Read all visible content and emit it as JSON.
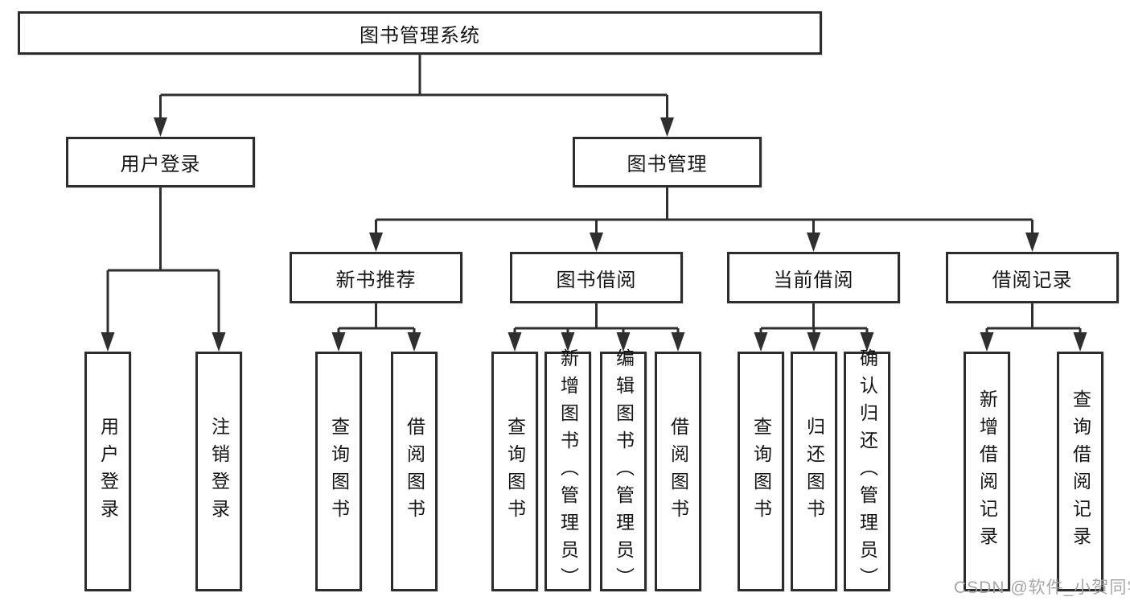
{
  "tree": {
    "root": "图书管理系统",
    "children": [
      {
        "label": "用户登录",
        "children": [
          {
            "label": "用户登录"
          },
          {
            "label": "注销登录"
          }
        ]
      },
      {
        "label": "图书管理",
        "children": [
          {
            "label": "新书推荐",
            "children": [
              {
                "label": "查询图书"
              },
              {
                "label": "借阅图书"
              }
            ]
          },
          {
            "label": "图书借阅",
            "children": [
              {
                "label": "查询图书"
              },
              {
                "label": "新增图书（管理员）"
              },
              {
                "label": "编辑图书（管理员）"
              },
              {
                "label": "借阅图书"
              }
            ]
          },
          {
            "label": "当前借阅",
            "children": [
              {
                "label": "查询图书"
              },
              {
                "label": "归还图书"
              },
              {
                "label": "确认归还（管理员）"
              }
            ]
          },
          {
            "label": "借阅记录",
            "children": [
              {
                "label": "新增借阅记录"
              },
              {
                "label": "查询借阅记录"
              }
            ]
          }
        ]
      }
    ]
  },
  "watermark": {
    "text": "CSDN @软件_小贺同学"
  },
  "colors": {
    "line": "#2f2f2f",
    "box_border": "#2d2d2d",
    "text": "#141414",
    "watermark": "#9e9e9e",
    "background": "#ffffff"
  }
}
